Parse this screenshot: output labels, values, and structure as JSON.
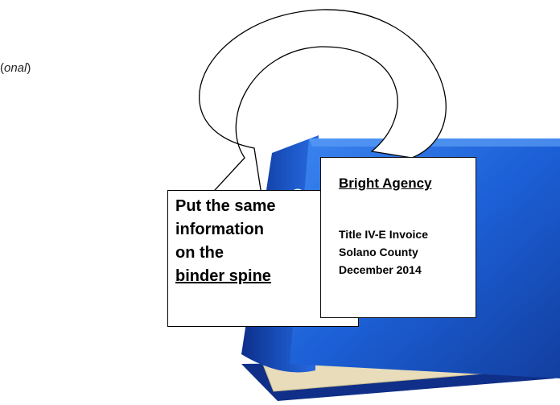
{
  "fragment": {
    "italic": "onal",
    "suffix": ")"
  },
  "callout": {
    "lines": [
      "Put the same",
      "information",
      "on the"
    ],
    "underlined": "binder spine"
  },
  "spine_label": {
    "title": "Bright Agency",
    "lines": [
      "Title IV-E Invoice",
      "Solano County",
      "December 2014"
    ]
  },
  "colors": {
    "binder_blue": "#1c5fd6",
    "binder_dark": "#0d2f8a",
    "pages": "#f1e6c8"
  }
}
